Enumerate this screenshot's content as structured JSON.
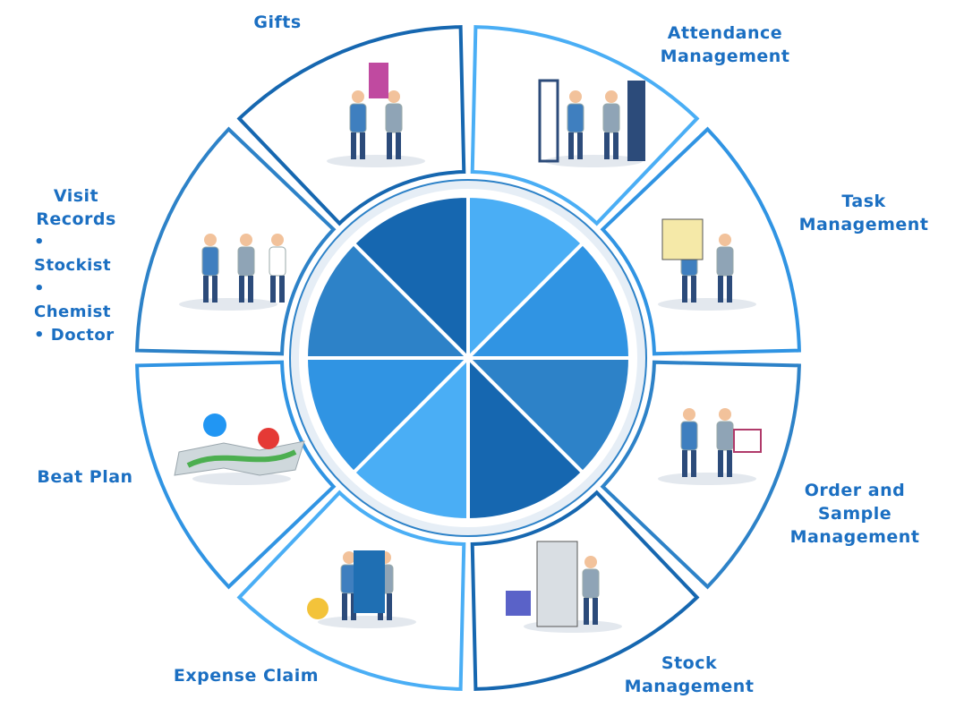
{
  "colors": {
    "dark": "#1667b0",
    "mid": "#2d82c8",
    "blue": "#3094e3",
    "light": "#4aaef5",
    "text": "#1b6fc2"
  },
  "segments": [
    {
      "label": "Attendance Management",
      "illustration": "door-people-icon"
    },
    {
      "label": "Task Management",
      "illustration": "task-board-icon"
    },
    {
      "label": "Order and Sample Management",
      "illustration": "shopping-cart-icon"
    },
    {
      "label": "Stock Management",
      "illustration": "warehouse-shelf-icon"
    },
    {
      "label": "Expense Claim",
      "illustration": "calculator-coins-icon"
    },
    {
      "label": "Beat Plan",
      "illustration": "map-pins-icon"
    },
    {
      "label": "Visit Records",
      "illustration": "people-visit-icon",
      "bullets": [
        "Stockist",
        "Chemist",
        "Doctor"
      ]
    },
    {
      "label": "Gifts",
      "illustration": "gift-exchange-icon"
    }
  ],
  "labels": {
    "attendance": [
      "Attendance",
      "Management"
    ],
    "task": [
      "Task",
      "Management"
    ],
    "order": [
      "Order and",
      "Sample",
      "Management"
    ],
    "stock": [
      "Stock",
      "Management"
    ],
    "expense": "Expense Claim",
    "beat": "Beat Plan",
    "visit": [
      "Visit",
      "Records"
    ],
    "gifts": "Gifts"
  }
}
